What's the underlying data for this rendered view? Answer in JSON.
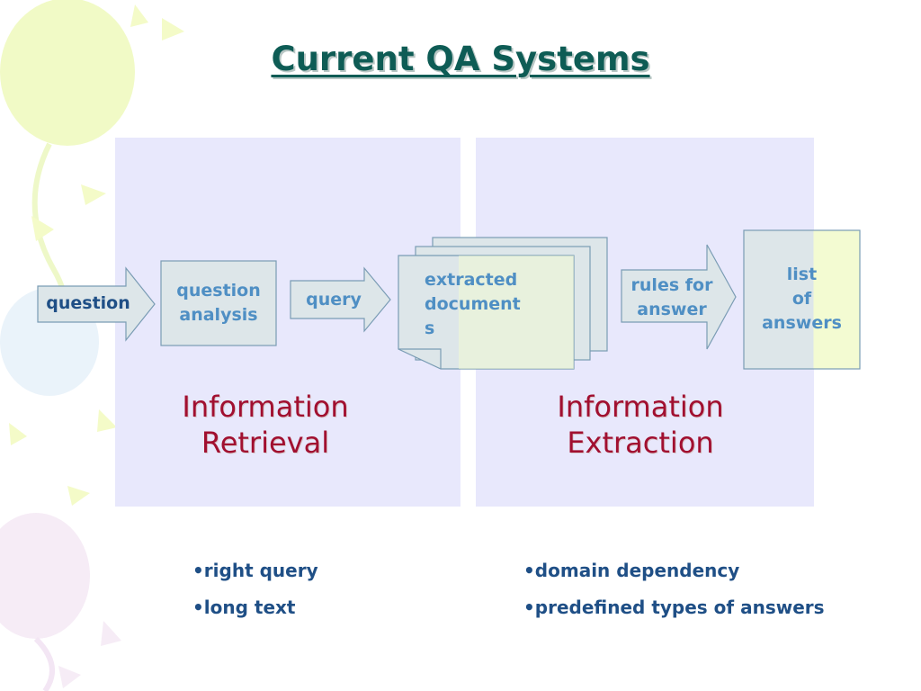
{
  "title": "Current QA Systems",
  "flow": {
    "question": "question",
    "question_analysis": [
      "question",
      "analysis"
    ],
    "query": "query",
    "extracted_documents": [
      "extracted",
      "document",
      "s"
    ],
    "rules_for_answer": [
      "rules for",
      "answer"
    ],
    "list_of_answers": [
      "list",
      "of",
      "answers"
    ]
  },
  "sections": {
    "retrieval": [
      "Information",
      "Retrieval"
    ],
    "extraction": [
      "Information",
      "Extraction"
    ]
  },
  "notes": {
    "retrieval": [
      "right query",
      "long text"
    ],
    "extraction": [
      "domain dependency",
      "predefined types of answers"
    ]
  },
  "colors": {
    "title": "#0e5c55",
    "panel": "#e8e8fc",
    "box_fill": "#dde6e9",
    "box_stroke": "#7a9cb4",
    "flow_text": "#4f8fc4",
    "section_text": "#a10f30",
    "bullet_text": "#1f4f86",
    "balloon": "#f1fac6"
  }
}
